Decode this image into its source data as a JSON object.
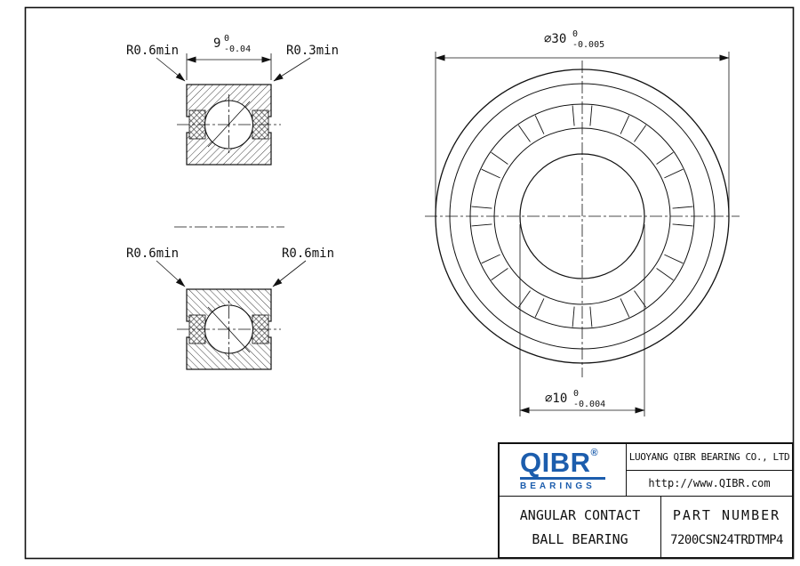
{
  "section_view": {
    "radius_label_top_left": "R0.6min",
    "radius_label_top_right": "R0.3min",
    "radius_label_mid_left": "R0.6min",
    "radius_label_mid_right": "R0.6min",
    "width_dim": {
      "nominal": "9",
      "upper_tol": "0",
      "lower_tol": "-0.04"
    }
  },
  "front_view": {
    "outer_dia_dim": {
      "nominal": "⌀30",
      "upper_tol": "0",
      "lower_tol": "-0.005"
    },
    "bore_dia_dim": {
      "nominal": "⌀10",
      "upper_tol": "0",
      "lower_tol": "-0.004"
    }
  },
  "title_block": {
    "logo_text": "QIBR",
    "logo_registered": "®",
    "logo_subtext": "BEARINGS",
    "company_name": "LUOYANG QIBR BEARING CO., LTD",
    "website": "http://www.QIBR.com",
    "product_line1": "ANGULAR CONTACT",
    "product_line2": "BALL BEARING",
    "part_number_label": "PART NUMBER",
    "part_number": "7200CSN24TRDTMP4"
  },
  "colors": {
    "line": "#111111",
    "logo_blue": "#1c5dad",
    "background": "#ffffff"
  }
}
